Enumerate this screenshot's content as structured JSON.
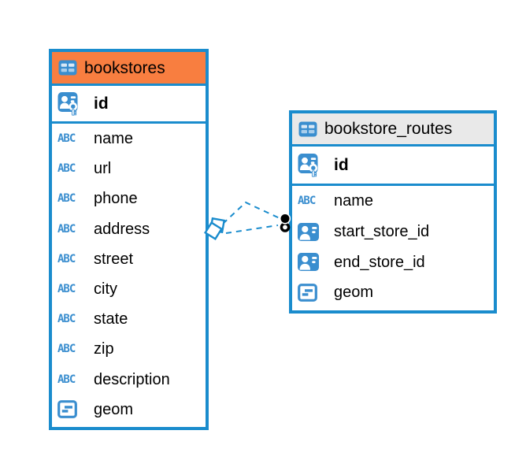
{
  "colors": {
    "table_border_blue": "#1a8ccd",
    "icon_blue": "#3a8ecf",
    "bookstores_header_orange": "#f87e40",
    "routes_header_gray": "#e9e9e9",
    "relation_dot_black": "#000000",
    "diamond_fill_white": "#ffffff"
  },
  "tables": [
    {
      "name": "bookstores",
      "header_color": "#f87e40",
      "header_icon": "table-icon",
      "columns": [
        {
          "name": "id",
          "icon": "primary-key-icon"
        },
        {
          "name": "name",
          "icon": "text-type-icon"
        },
        {
          "name": "url",
          "icon": "text-type-icon"
        },
        {
          "name": "phone",
          "icon": "text-type-icon"
        },
        {
          "name": "address",
          "icon": "text-type-icon"
        },
        {
          "name": "street",
          "icon": "text-type-icon"
        },
        {
          "name": "city",
          "icon": "text-type-icon"
        },
        {
          "name": "state",
          "icon": "text-type-icon"
        },
        {
          "name": "zip",
          "icon": "text-type-icon"
        },
        {
          "name": "description",
          "icon": "text-type-icon"
        },
        {
          "name": "geom",
          "icon": "geometry-type-icon"
        }
      ]
    },
    {
      "name": "bookstore_routes",
      "header_color": "#e9e9e9",
      "header_icon": "table-icon",
      "columns": [
        {
          "name": "id",
          "icon": "primary-key-icon"
        },
        {
          "name": "name",
          "icon": "text-type-icon"
        },
        {
          "name": "start_store_id",
          "icon": "person-ref-icon"
        },
        {
          "name": "end_store_id",
          "icon": "person-ref-icon"
        },
        {
          "name": "geom",
          "icon": "geometry-type-icon"
        }
      ]
    }
  ],
  "relations": {
    "line_style": "dashed",
    "line_count": 2,
    "from_table": "bookstores",
    "to_table": "bookstore_routes",
    "from_marker": "diamond",
    "to_marker": "stacked-dots"
  }
}
